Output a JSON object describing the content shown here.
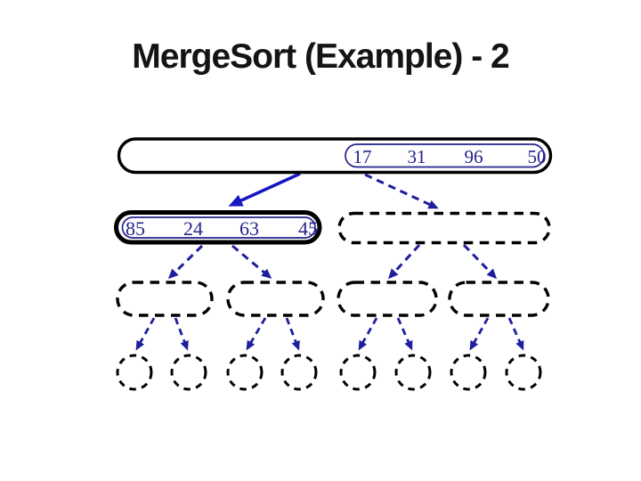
{
  "slide": {
    "title": "MergeSort (Example) - 2"
  },
  "diagram": {
    "description": "Merge sort recursion tree, step 2: right half of root already split ([17 31 96 50] shown merged at root right), left child [85 24 63 45] highlighted, lower levels empty dashed placeholders",
    "root": {
      "values": [
        "17",
        "31",
        "96",
        "50"
      ]
    },
    "left_child": {
      "values": [
        "85",
        "24",
        "63",
        "45"
      ],
      "highlighted": true
    },
    "right_child": {
      "values": [],
      "style": "dashed-empty"
    },
    "level3_placeholder_count": 4,
    "leaf_placeholder_count": 8,
    "colors": {
      "background": "#ffffff",
      "title_text": "#141414",
      "outline_black": "#000000",
      "number_text": "#23238c",
      "inner_list_border": "#23238c",
      "solid_arrow": "#1717c3",
      "dashed_connector": "#1e1e9e"
    }
  }
}
